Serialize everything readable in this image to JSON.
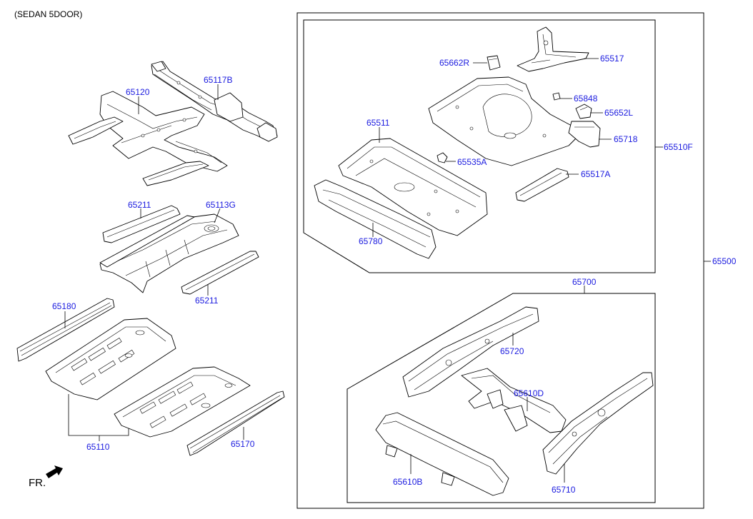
{
  "header": {
    "variant": "(SEDAN 5DOOR)"
  },
  "direction": {
    "label": "FR."
  },
  "colors": {
    "label": "#1a1adf",
    "line": "#000000",
    "background": "#ffffff"
  },
  "labels": {
    "p65117B": "65117B",
    "p65120": "65120",
    "p65211a": "65211",
    "p65113G": "65113G",
    "p65211b": "65211",
    "p65180": "65180",
    "p65110": "65110",
    "p65170": "65170",
    "p65662R": "65662R",
    "p65517": "65517",
    "p65848": "65848",
    "p65652L": "65652L",
    "p65511": "65511",
    "p65718": "65718",
    "p65535A": "65535A",
    "p65510F": "65510F",
    "p65517A": "65517A",
    "p65780": "65780",
    "p65500": "65500",
    "p65700": "65700",
    "p65720": "65720",
    "p65610D": "65610D",
    "p65610B": "65610B",
    "p65710": "65710"
  }
}
